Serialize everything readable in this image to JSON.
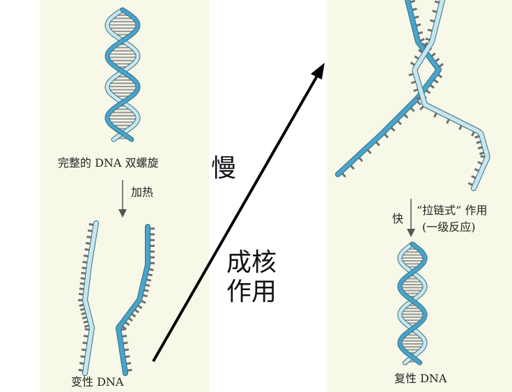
{
  "diagram": {
    "left": {
      "intact_label": "完整的 DNA 双螺旋",
      "heat_label": "加热",
      "denatured_label": "变性 DNA"
    },
    "right": {
      "fast_label": "快",
      "zipper_label": "“拉链式” 作用",
      "first_order_label": "(一级反应)",
      "renatured_label": "复性 DNA"
    },
    "slow_label": "慢",
    "nucleation_line1": "成核",
    "nucleation_line2": "作用",
    "colors": {
      "strand_blue": "#4aa3c8",
      "strand_light": "#c9e6ec",
      "strand_outline": "#2f6f8a",
      "rung": "#9a9a9a",
      "panel_bg": "#f7f8e8"
    }
  }
}
